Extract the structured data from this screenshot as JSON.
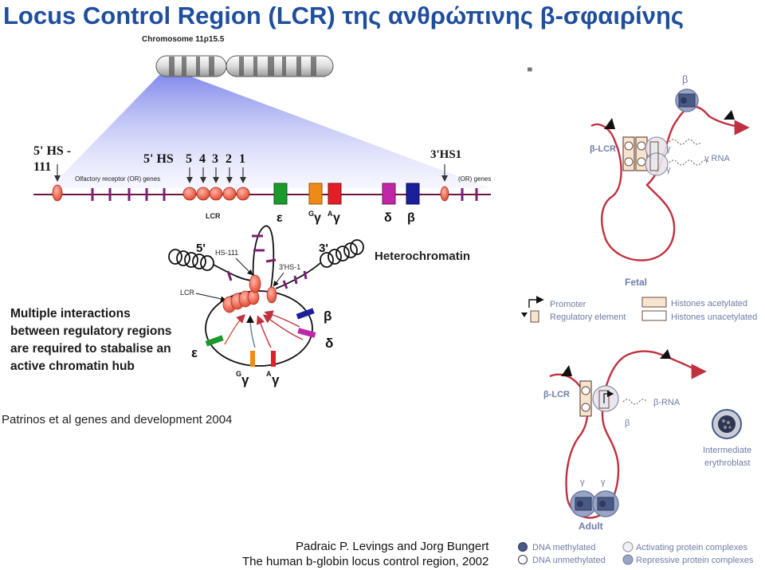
{
  "title": "Locus Control Region (LCR) της ανθρώπινης β-σφαιρίνης",
  "citation_patrinos": "Patrinos et al genes and development 2004",
  "citation_levings_1": "Padraic P. Levings and Jorg Bungert",
  "citation_levings_2": "The human  b-globin locus control region, 2002",
  "multiple_interactions": [
    "Multiple interactions",
    "between regulatory regions",
    "are required  to stabalise an",
    "active chromatin hub"
  ],
  "locus": {
    "chromosome": "Chromosome 11p15.5",
    "hs111_label_1": "5' HS -",
    "hs111_label_2": "111",
    "or_genes_left": "Olfactory receptor (OR) genes",
    "hs5_label": "5' HS",
    "hs_numbers": [
      "5",
      "4",
      "3",
      "2",
      "1"
    ],
    "hs3_label": "3'HS1",
    "or_genes_right": "(OR) genes",
    "lcr": "LCR",
    "genes": {
      "epsilon": "ε",
      "g_gamma_sup": "G",
      "gamma": "γ",
      "a_gamma_sup": "A",
      "delta": "δ",
      "beta": "β"
    }
  },
  "hub": {
    "five_prime": "5'",
    "three_prime": "3'",
    "hs111": "HS-111",
    "hs3": "3'HS-1",
    "heterochromatin": "Heterochromatin",
    "lcr": "LCR",
    "beta": "β",
    "delta": "δ",
    "epsilon": "ε",
    "g_sup": "G",
    "a_sup": "A",
    "gamma": "γ"
  },
  "fetal": {
    "beta_top": "β",
    "beta_lcr": "β-LCR",
    "gamma_a": "γ",
    "gamma_b": "γ",
    "gamma_rna": "γ RNA",
    "title": "Fetal"
  },
  "legend_top": {
    "promoter": "Promoter",
    "regulatory": "Regulatory element",
    "acetylated": "Histones acetylated",
    "unacetylated": "Histones unacetylated"
  },
  "adult": {
    "beta_lcr": "β-LCR",
    "beta_rna": "β-RNA",
    "beta": "β",
    "gamma_a": "γ",
    "gamma_b": "γ",
    "title": "Adult",
    "erythroblast_1": "Intermediate",
    "erythroblast_2": "erythroblast"
  },
  "legend_bottom": {
    "dna_methylated": "DNA methylated",
    "dna_unmethylated": "DNA unmethylated",
    "activating": "Activating protein complexes",
    "repressive": "Repressive protein complexes"
  },
  "colors": {
    "title": "#1f4e9d",
    "hs_site": "#e0452a",
    "locus_line": "#6b1740",
    "tick": "#7a1f72",
    "epsilon": "#1a9a2a",
    "g_gamma": "#f08a16",
    "a_gamma": "#e01f26",
    "delta": "#c026a6",
    "beta": "#1b1f9a",
    "loop": "#c0303f",
    "fan": "#8d94ee"
  }
}
